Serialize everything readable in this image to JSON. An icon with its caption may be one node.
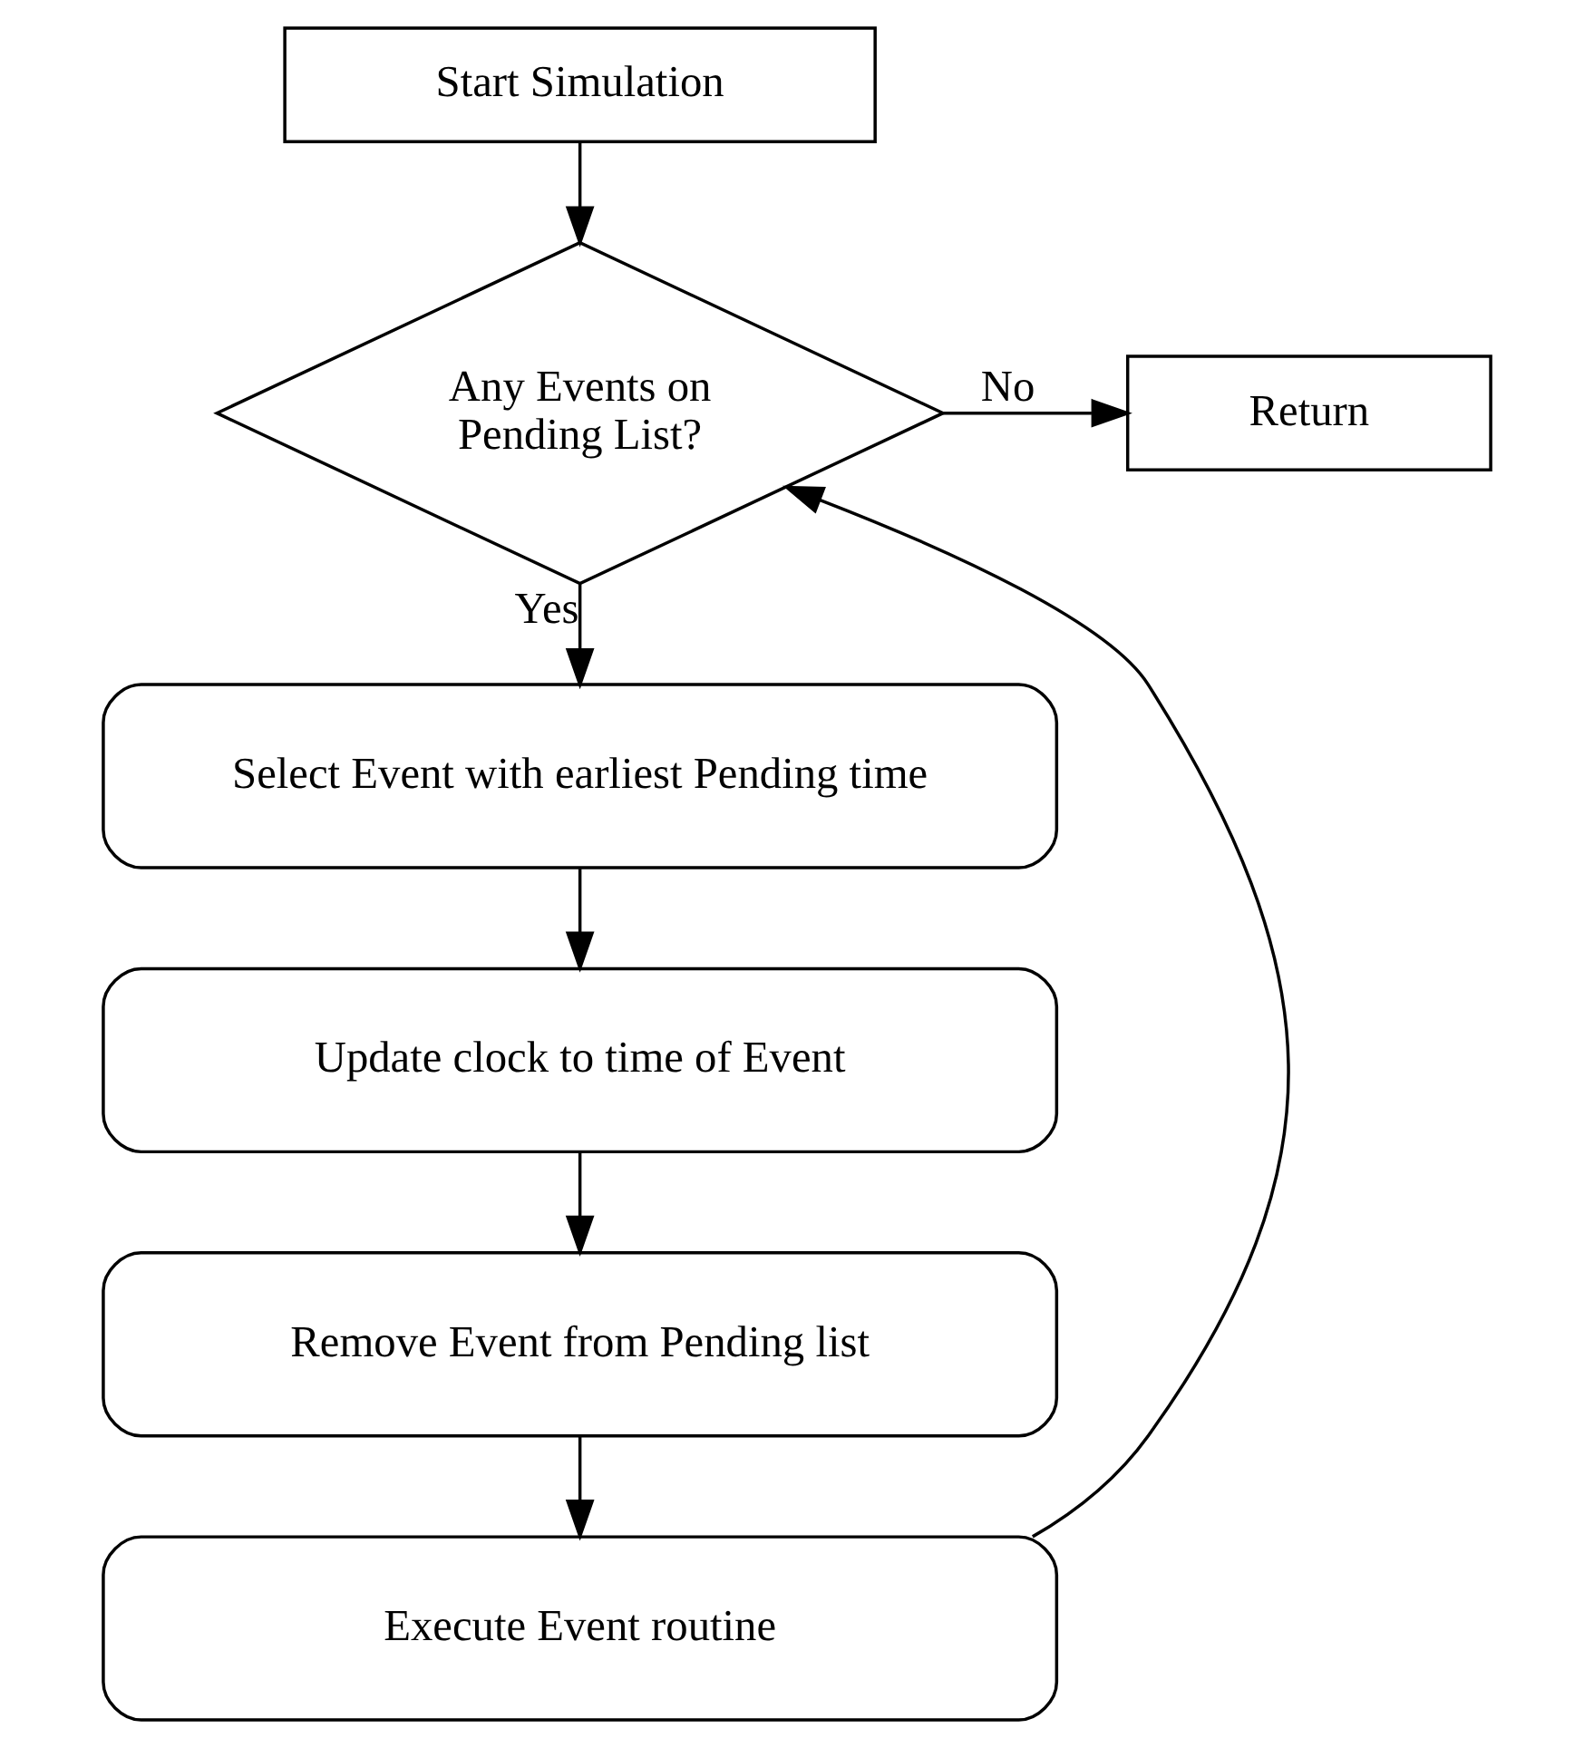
{
  "diagram": {
    "nodes": [
      {
        "text": [
          "Start Simulation"
        ]
      },
      {
        "text": [
          "Any Events on Pending List?"
        ]
      },
      {
        "text": [
          "Return"
        ]
      },
      {
        "text": [
          "Select Event with earliest Pending time"
        ]
      },
      {
        "text": [
          "Update clock to time of Event"
        ]
      },
      {
        "text": [
          "Remove Event from Pending list"
        ]
      },
      {
        "text": [
          "Execute Event routine"
        ]
      }
    ],
    "edges": [
      {
        "from": 0,
        "to": 1,
        "arrow": "to"
      },
      {
        "from": 1,
        "to": 2,
        "arrow": "to",
        "label": "No"
      },
      {
        "from": 1,
        "to": 3,
        "arrow": "to",
        "label": "Yes"
      },
      {
        "from": 3,
        "to": 4,
        "arrow": "to"
      },
      {
        "from": 4,
        "to": 5,
        "arrow": "to"
      },
      {
        "from": 5,
        "to": 6,
        "arrow": "to"
      },
      {
        "from": 6,
        "to": 1,
        "arrow": "to"
      }
    ]
  }
}
